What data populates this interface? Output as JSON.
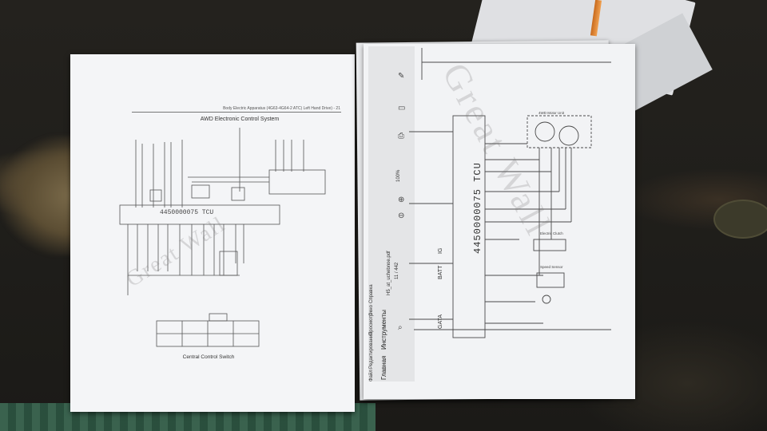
{
  "left_sheet": {
    "header": "Body Electric Apparatus (4G63-4G64-2 ATC) Left Hand Drive) - 21",
    "title": "AWD Electronic Control System",
    "tcu_label": "4450000075 TCU",
    "switch_caption": "Central Control Switch",
    "watermark": "Great Wall"
  },
  "right_sheet": {
    "viewer_menu": [
      "Файл",
      "Редактирование",
      "Просмотр",
      "Окно",
      "Справка"
    ],
    "viewer_tabs": [
      "Главная",
      "Инструменты"
    ],
    "document_tab": "H5_at_uchebnoe.pdf",
    "page_counter": "11 / 442",
    "zoom": "100%",
    "tcu_label": "4450000075 TCU",
    "motor_unit": "4WD Motor Unit",
    "electric_clutch": "Electric Clutch",
    "speed_sensor": "Speed Sensor",
    "pins": [
      "BATT",
      "IG",
      "GATA"
    ],
    "watermark": "Great Wall"
  },
  "colors": {
    "paper": "#f4f5f7",
    "line": "#4a4a4a",
    "table": "#1f1d1a"
  }
}
